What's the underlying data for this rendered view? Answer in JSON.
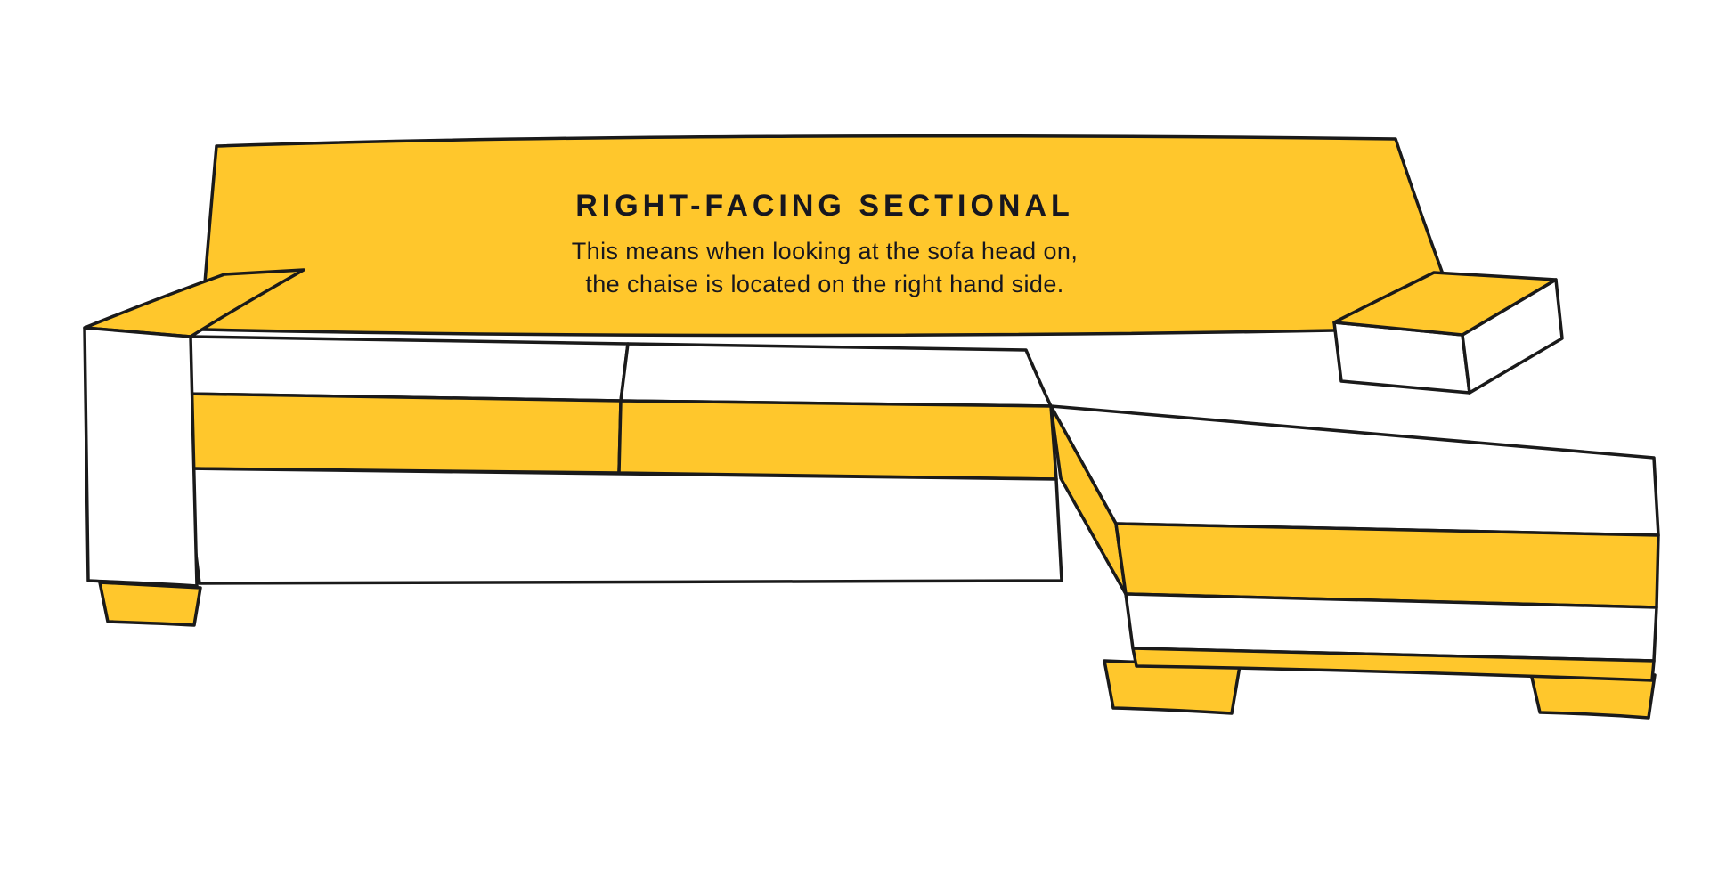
{
  "page": {
    "background": "#FFFFFF"
  },
  "illustration": {
    "name": "right-facing-sectional-sofa",
    "title": "RIGHT-FACING SECTIONAL",
    "description_line1": "This means when looking at the sofa head on,",
    "description_line2": "the chaise is located on the right hand side.",
    "colors": {
      "highlight_yellow": "#FFC72C",
      "upholstery_white": "#FFFFFF",
      "outline_black": "#1A1A1A",
      "text_dark": "#17171F"
    }
  }
}
